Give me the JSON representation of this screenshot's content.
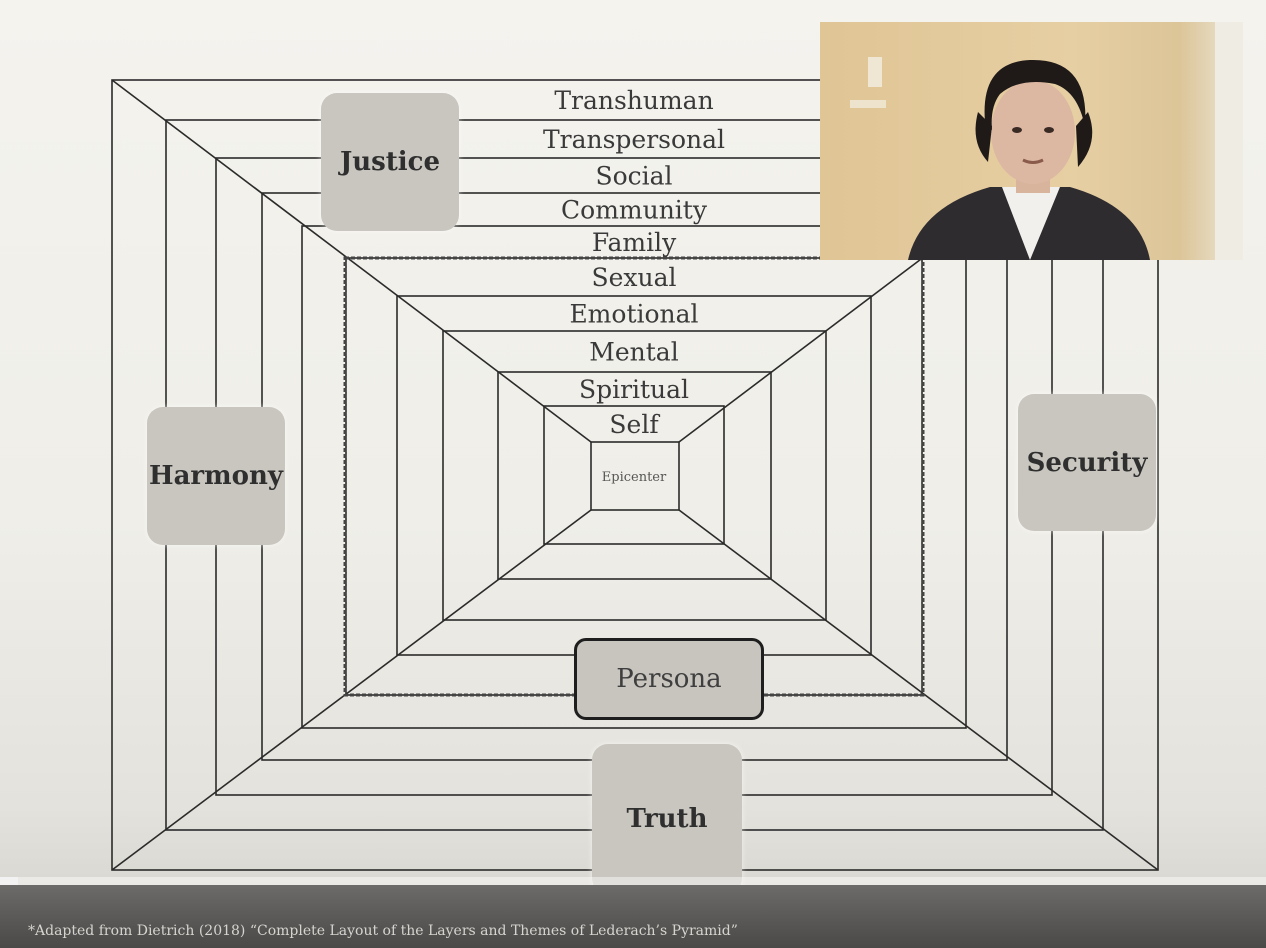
{
  "layers": [
    "Transhuman",
    "Transpersonal",
    "Social",
    "Community",
    "Family",
    "Sexual",
    "Emotional",
    "Mental",
    "Spiritual",
    "Self"
  ],
  "center_label": "Epicenter",
  "themes": {
    "justice": "Justice",
    "harmony": "Harmony",
    "security": "Security",
    "truth": "Truth",
    "persona": "Persona"
  },
  "caption": "*Adapted from Dietrich (2018) “Complete Layout of the Layers and Themes of Lederach’s Pyramid”",
  "video": {
    "description_icon": "presenter-video-icon"
  },
  "playback": {
    "progress": 0.014
  },
  "colors": {
    "theme_box": "#c9c6bf",
    "line": "#2b2b2b",
    "background": "#f1efea"
  }
}
